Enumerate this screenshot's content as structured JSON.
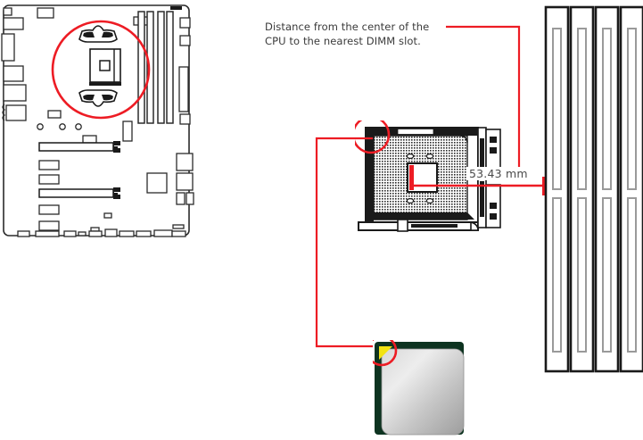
{
  "figure": {
    "type": "technical-diagram",
    "subject": "Motherboard CPU socket to DIMM slot distance",
    "background_color": "#ffffff"
  },
  "annotation": {
    "caption_text": "Distance from the center of the\nCPU to the nearest DIMM slot.",
    "caption_color": "#3a3a3a"
  },
  "measurement": {
    "value": "53.43 mm",
    "numeric_value": 53.43,
    "unit": "mm",
    "from": "center of CPU socket",
    "to": "nearest DIMM slot",
    "line_color": "#ed1c24",
    "label_color": "#4a4a4a"
  },
  "colors": {
    "highlight_red": "#ed1c24",
    "outline_black": "#1a1a1a",
    "board_outline": "#2b2b2b",
    "dimm_inner_gray": "#9a9a9a",
    "cpu_substrate_green": "#0d3320",
    "cpu_ihs_light": "#e6e6e6",
    "cpu_ihs_dark": "#9d9d9d",
    "cpu_notch_yellow": "#f2e312"
  },
  "parts": {
    "motherboard": {
      "label": "motherboard-outline",
      "highlight_circle": "cpu-socket-area"
    },
    "socket": {
      "label": "cpu-socket-closeup",
      "highlight_circle": "socket-pin-1-corner"
    },
    "cpu": {
      "label": "cpu-chip",
      "highlight_circle": "cpu-pin-1-corner",
      "marker": "triangle-alignment-notch"
    },
    "dimm_slots": {
      "label": "dimm-slot-bank",
      "count": 4
    }
  }
}
